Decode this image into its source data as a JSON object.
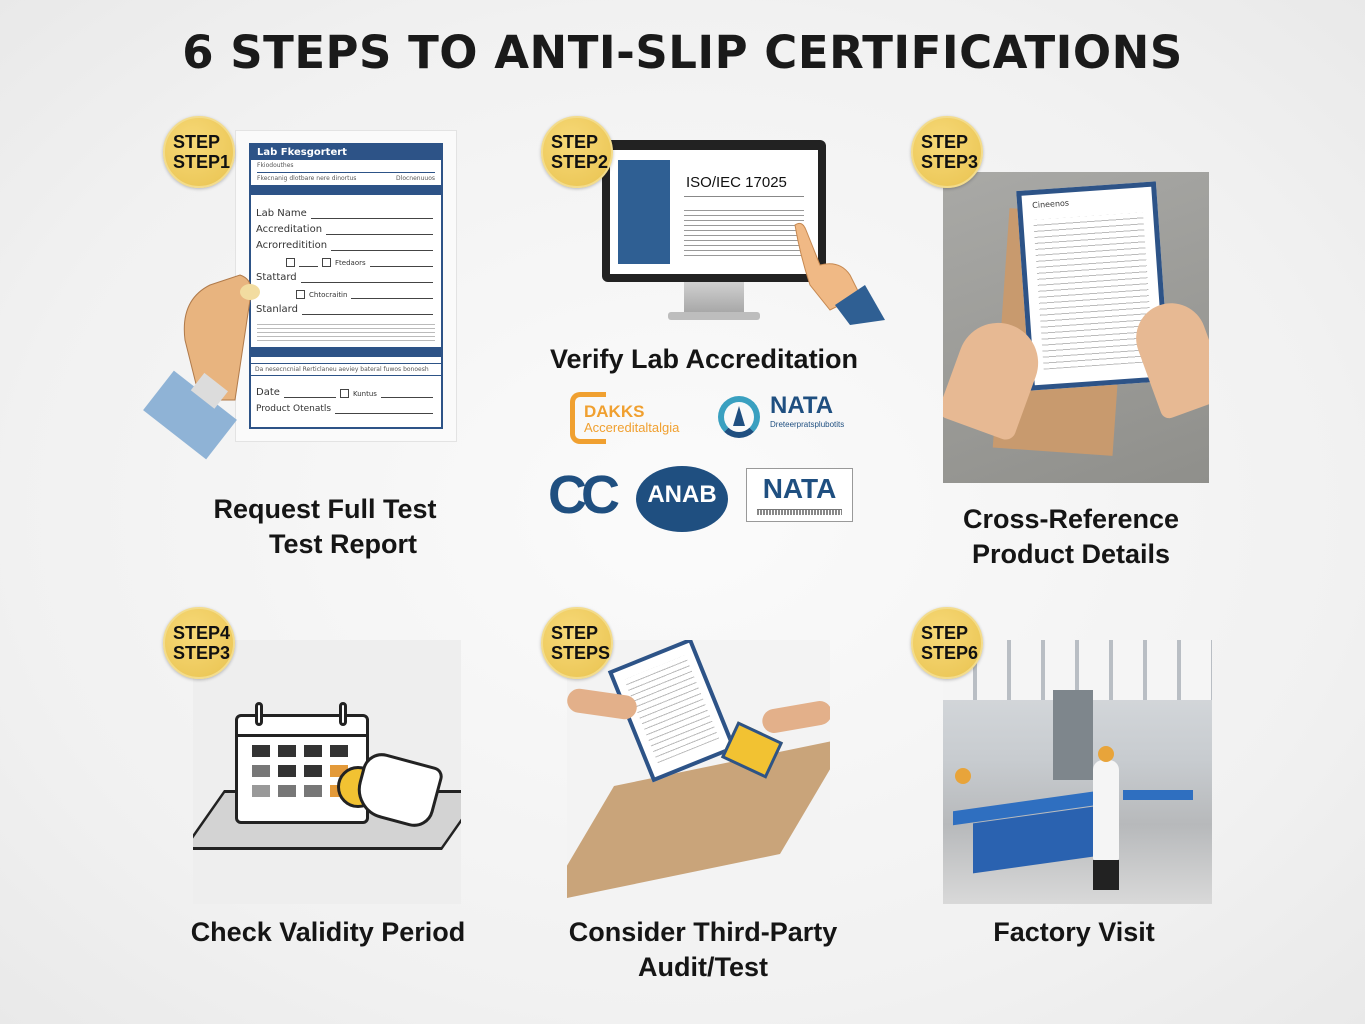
{
  "title": "6 STEPS TO ANTI-SLIP CERTIFICATIONS",
  "steps": [
    {
      "badge_top": "STEP",
      "badge_bottom": "STEP1",
      "caption": [
        "Request Full Test",
        "Test Report"
      ],
      "form": {
        "header": "Lab Fkesgortert",
        "sub1": "Fkiodouthes",
        "sub2": "Fkecnanig dlotbare nere dinortus",
        "sub2_right": "Dlocnenuuos",
        "fields": [
          "Lab Name",
          "Accreditation",
          "Acrorreditition",
          "Stattard",
          "Stanlard"
        ],
        "check1": "Ftedaors",
        "check2": "Chtocraitin",
        "footer_text": "Da nesecncnial Rerticlaneu aeviey bateral fuwos bonoesh",
        "date_label": "Date",
        "check3": "Kuntus",
        "product_label": "Product Otenatls"
      }
    },
    {
      "badge_top": "STEP",
      "badge_bottom": "STEP2",
      "caption": [
        "Verify Lab Accreditation"
      ],
      "screen_heading": "ISO/IEC 17025",
      "logos": {
        "dakks_1": "DAKKS",
        "dakks_2": "Accereditaltalgia",
        "nata_1": "NATA",
        "nata_1_sub": "Dreteerpratsplubotits",
        "cc": "CC",
        "anab": "ANAB",
        "nata_2": "NATA"
      }
    },
    {
      "badge_top": "STEP",
      "badge_bottom": "STEP3",
      "caption": [
        "Cross-Reference",
        "Product Details"
      ],
      "doc_heading": "Cineenos"
    },
    {
      "badge_top": "STEP4",
      "badge_bottom": "STEP3",
      "caption": [
        "Check Validity Period"
      ]
    },
    {
      "badge_top": "STEP",
      "badge_bottom": "STEPS",
      "caption": [
        "Consider Third-Party",
        "Audit/Test"
      ]
    },
    {
      "badge_top": "STEP",
      "badge_bottom": "STEP6",
      "caption": [
        "Factory Visit"
      ]
    }
  ],
  "colors": {
    "badge": "#ecc85a",
    "navy": "#2d5387",
    "orange": "#f0a030",
    "teal": "#3aa0c0",
    "cardboard": "#c9a47a"
  }
}
